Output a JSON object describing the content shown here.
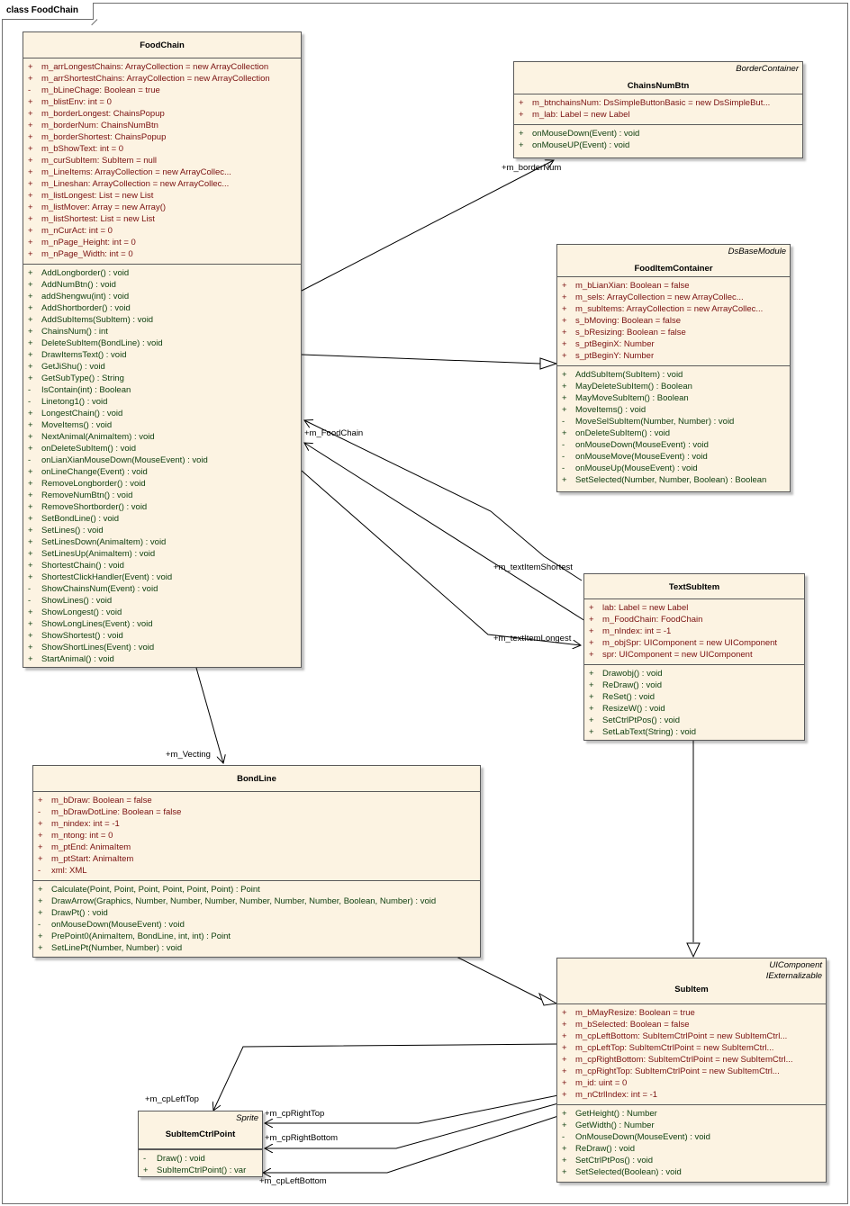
{
  "frame_title": "class FoodChain",
  "classes": {
    "foodchain": {
      "stereotype": "",
      "name": "FoodChain",
      "attributes": [
        {
          "vis": "+",
          "text": "m_arrLongestChains:  ArrayCollection = new ArrayCollection"
        },
        {
          "vis": "+",
          "text": "m_arrShortestChains:  ArrayCollection = new ArrayCollection"
        },
        {
          "vis": "-",
          "text": "m_bLineChage:  Boolean = true"
        },
        {
          "vis": "+",
          "text": "m_blistEnv:  int = 0"
        },
        {
          "vis": "+",
          "text": "m_borderLongest:  ChainsPopup"
        },
        {
          "vis": "+",
          "text": "m_borderNum:  ChainsNumBtn"
        },
        {
          "vis": "+",
          "text": "m_borderShortest:  ChainsPopup"
        },
        {
          "vis": "+",
          "text": "m_bShowText:  int = 0"
        },
        {
          "vis": "+",
          "text": "m_curSubItem:  SubItem = null"
        },
        {
          "vis": "+",
          "text": "m_LineItems:  ArrayCollection = new ArrayCollec..."
        },
        {
          "vis": "+",
          "text": "m_Lineshan:  ArrayCollection = new ArrayCollec..."
        },
        {
          "vis": "+",
          "text": "m_listLongest:  List = new List"
        },
        {
          "vis": "+",
          "text": "m_listMover:  Array = new Array()"
        },
        {
          "vis": "+",
          "text": "m_listShortest:  List = new List"
        },
        {
          "vis": "+",
          "text": "m_nCurAct:  int = 0"
        },
        {
          "vis": "+",
          "text": "m_nPage_Height:  int = 0"
        },
        {
          "vis": "+",
          "text": "m_nPage_Width:  int = 0"
        }
      ],
      "operations": [
        {
          "vis": "+",
          "text": "AddLongborder() : void"
        },
        {
          "vis": "+",
          "text": "AddNumBtn() : void"
        },
        {
          "vis": "+",
          "text": "addShengwu(int) : void"
        },
        {
          "vis": "+",
          "text": "AddShortborder() : void"
        },
        {
          "vis": "+",
          "text": "AddSubItems(SubItem) : void"
        },
        {
          "vis": "+",
          "text": "ChainsNum() : int"
        },
        {
          "vis": "+",
          "text": "DeleteSubItem(BondLine) : void"
        },
        {
          "vis": "+",
          "text": "DrawItemsText() : void"
        },
        {
          "vis": "+",
          "text": "GetJiShu() : void"
        },
        {
          "vis": "+",
          "text": "GetSubType() : String"
        },
        {
          "vis": "-",
          "text": "IsContain(int) : Boolean"
        },
        {
          "vis": "-",
          "text": "Linetong1() : void"
        },
        {
          "vis": "+",
          "text": "LongestChain() : void"
        },
        {
          "vis": "+",
          "text": "MoveItems() : void"
        },
        {
          "vis": "+",
          "text": "NextAnimal(AnimaItem) : void"
        },
        {
          "vis": "+",
          "text": "onDeleteSubItem() : void"
        },
        {
          "vis": "-",
          "text": "onLianXianMouseDown(MouseEvent) : void"
        },
        {
          "vis": "+",
          "text": "onLineChange(Event) : void"
        },
        {
          "vis": "+",
          "text": "RemoveLongborder() : void"
        },
        {
          "vis": "+",
          "text": "RemoveNumBtn() : void"
        },
        {
          "vis": "+",
          "text": "RemoveShortborder() : void"
        },
        {
          "vis": "+",
          "text": "SetBondLine() : void"
        },
        {
          "vis": "+",
          "text": "SetLines() : void"
        },
        {
          "vis": "+",
          "text": "SetLinesDown(AnimaItem) : void"
        },
        {
          "vis": "+",
          "text": "SetLinesUp(AnimaItem) : void"
        },
        {
          "vis": "+",
          "text": "ShortestChain() : void"
        },
        {
          "vis": "+",
          "text": "ShortestClickHandler(Event) : void"
        },
        {
          "vis": "-",
          "text": "ShowChainsNum(Event) : void"
        },
        {
          "vis": "-",
          "text": "ShowLines() : void"
        },
        {
          "vis": "+",
          "text": "ShowLongest() : void"
        },
        {
          "vis": "+",
          "text": "ShowLongLines(Event) : void"
        },
        {
          "vis": "+",
          "text": "ShowShortest() : void"
        },
        {
          "vis": "+",
          "text": "ShowShortLines(Event) : void"
        },
        {
          "vis": "+",
          "text": "StartAnimal() : void"
        }
      ]
    },
    "chainsnumbtn": {
      "stereotype": "BorderContainer",
      "name": "ChainsNumBtn",
      "attributes": [
        {
          "vis": "+",
          "text": "m_btnchainsNum:  DsSimpleButtonBasic = new DsSimpleBut..."
        },
        {
          "vis": "+",
          "text": "m_lab:  Label = new Label"
        }
      ],
      "operations": [
        {
          "vis": "+",
          "text": "onMouseDown(Event) : void"
        },
        {
          "vis": "+",
          "text": "onMouseUP(Event) : void"
        }
      ]
    },
    "fooditemcontainer": {
      "stereotype": "DsBaseModule",
      "name": "FoodItemContainer",
      "attributes": [
        {
          "vis": "+",
          "text": "m_bLianXian:  Boolean = false"
        },
        {
          "vis": "+",
          "text": "m_sels:  ArrayCollection = new ArrayCollec..."
        },
        {
          "vis": "+",
          "text": "m_subItems:  ArrayCollection = new ArrayCollec..."
        },
        {
          "vis": "+",
          "text": "s_bMoving:  Boolean = false"
        },
        {
          "vis": "+",
          "text": "s_bResizing:  Boolean = false"
        },
        {
          "vis": "+",
          "text": "s_ptBeginX:  Number"
        },
        {
          "vis": "+",
          "text": "s_ptBeginY:  Number"
        }
      ],
      "operations": [
        {
          "vis": "+",
          "text": "AddSubItem(SubItem) : void"
        },
        {
          "vis": "+",
          "text": "MayDeleteSubItem() : Boolean"
        },
        {
          "vis": "+",
          "text": "MayMoveSubItem() : Boolean"
        },
        {
          "vis": "+",
          "text": "MoveItems() : void"
        },
        {
          "vis": "-",
          "text": "MoveSelSubItem(Number, Number) : void"
        },
        {
          "vis": "+",
          "text": "onDeleteSubItem() : void"
        },
        {
          "vis": "-",
          "text": "onMouseDown(MouseEvent) : void"
        },
        {
          "vis": "-",
          "text": "onMouseMove(MouseEvent) : void"
        },
        {
          "vis": "-",
          "text": "onMouseUp(MouseEvent) : void"
        },
        {
          "vis": "+",
          "text": "SetSelected(Number, Number, Boolean) : Boolean"
        }
      ]
    },
    "textsubitem": {
      "stereotype": "",
      "name": "TextSubItem",
      "attributes": [
        {
          "vis": "+",
          "text": "lab:  Label = new Label"
        },
        {
          "vis": "+",
          "text": "m_FoodChain:  FoodChain"
        },
        {
          "vis": "+",
          "text": "m_nIndex:  int = -1"
        },
        {
          "vis": "+",
          "text": "m_objSpr:  UIComponent = new UIComponent"
        },
        {
          "vis": "+",
          "text": "spr:  UIComponent = new UIComponent"
        }
      ],
      "operations": [
        {
          "vis": "+",
          "text": "Drawobj() : void"
        },
        {
          "vis": "+",
          "text": "ReDraw() : void"
        },
        {
          "vis": "+",
          "text": "ReSet() : void"
        },
        {
          "vis": "+",
          "text": "ResizeW() : void"
        },
        {
          "vis": "+",
          "text": "SetCtrlPtPos() : void"
        },
        {
          "vis": "+",
          "text": "SetLabText(String) : void"
        }
      ]
    },
    "bondline": {
      "stereotype": "",
      "name": "BondLine",
      "attributes": [
        {
          "vis": "+",
          "text": "m_bDraw:  Boolean = false"
        },
        {
          "vis": "-",
          "text": "m_bDrawDotLine:  Boolean = false"
        },
        {
          "vis": "+",
          "text": "m_nindex:  int = -1"
        },
        {
          "vis": "+",
          "text": "m_ntong:  int = 0"
        },
        {
          "vis": "+",
          "text": "m_ptEnd:  AnimaItem"
        },
        {
          "vis": "+",
          "text": "m_ptStart:  AnimaItem"
        },
        {
          "vis": "-",
          "text": "xml:  XML"
        }
      ],
      "operations": [
        {
          "vis": "+",
          "text": "Calculate(Point, Point, Point, Point, Point, Point) : Point"
        },
        {
          "vis": "+",
          "text": "DrawArrow(Graphics, Number, Number, Number, Number, Number, Number, Boolean, Number) : void"
        },
        {
          "vis": "+",
          "text": "DrawPt() : void"
        },
        {
          "vis": "-",
          "text": "onMouseDown(MouseEvent) : void"
        },
        {
          "vis": "+",
          "text": "PrePoint0(AnimaItem, BondLine, int, int) : Point"
        },
        {
          "vis": "+",
          "text": "SetLinePt(Number, Number) : void"
        }
      ]
    },
    "subitem": {
      "stereotype": "UIComponent",
      "stereotype2": "IExternalizable",
      "name": "SubItem",
      "attributes": [
        {
          "vis": "+",
          "text": "m_bMayResize:  Boolean = true"
        },
        {
          "vis": "+",
          "text": "m_bSelected:  Boolean = false"
        },
        {
          "vis": "+",
          "text": "m_cpLeftBottom:  SubItemCtrlPoint = new SubItemCtrl..."
        },
        {
          "vis": "+",
          "text": "m_cpLeftTop:  SubItemCtrlPoint = new SubItemCtrl..."
        },
        {
          "vis": "+",
          "text": "m_cpRightBottom:  SubItemCtrlPoint = new SubItemCtrl..."
        },
        {
          "vis": "+",
          "text": "m_cpRightTop:  SubItemCtrlPoint = new SubItemCtrl..."
        },
        {
          "vis": "+",
          "text": "m_id:  uint = 0"
        },
        {
          "vis": "+",
          "text": "m_nCtrlIndex:  int = -1"
        }
      ],
      "operations": [
        {
          "vis": "+",
          "text": "GetHeight() : Number"
        },
        {
          "vis": "+",
          "text": "GetWidth() : Number"
        },
        {
          "vis": "-",
          "text": "OnMouseDown(MouseEvent) : void"
        },
        {
          "vis": "+",
          "text": "ReDraw() : void"
        },
        {
          "vis": "+",
          "text": "SetCtrlPtPos() : void"
        },
        {
          "vis": "+",
          "text": "SetSelected(Boolean) : void"
        }
      ]
    },
    "subitemctrlpoint": {
      "stereotype": "Sprite",
      "name": "SubItemCtrlPoint",
      "attributes": [],
      "operations": [
        {
          "vis": "-",
          "text": "Draw() : void"
        },
        {
          "vis": "+",
          "text": "SubItemCtrlPoint() : var"
        }
      ]
    }
  },
  "connector_labels": {
    "m_borderNum": "+m_borderNum",
    "m_FoodChain": "+m_FoodChain",
    "m_textItemShortest": "+m_textItemShortest",
    "m_textItemLongest": "+m_textItemLongest",
    "m_Vecting": "+m_Vecting",
    "m_cpLeftTop": "+m_cpLeftTop",
    "m_cpRightTop": "+m_cpRightTop",
    "m_cpRightBottom": "+m_cpRightBottom",
    "m_cpLeftBottom": "+m_cpLeftBottom"
  }
}
